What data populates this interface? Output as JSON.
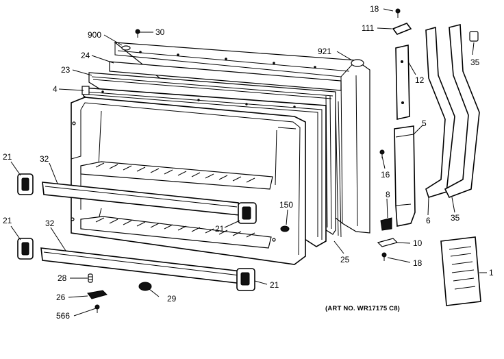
{
  "callouts": [
    {
      "id": "900",
      "text": "900"
    },
    {
      "id": "30",
      "text": "30"
    },
    {
      "id": "24",
      "text": "24"
    },
    {
      "id": "23",
      "text": "23"
    },
    {
      "id": "4",
      "text": "4"
    },
    {
      "id": "921",
      "text": "921"
    },
    {
      "id": "18a",
      "text": "18"
    },
    {
      "id": "111",
      "text": "111"
    },
    {
      "id": "35a",
      "text": "35"
    },
    {
      "id": "12",
      "text": "12"
    },
    {
      "id": "5",
      "text": "5"
    },
    {
      "id": "16",
      "text": "16"
    },
    {
      "id": "8",
      "text": "8"
    },
    {
      "id": "6",
      "text": "6"
    },
    {
      "id": "35b",
      "text": "35"
    },
    {
      "id": "10",
      "text": "10"
    },
    {
      "id": "18b",
      "text": "18"
    },
    {
      "id": "1",
      "text": "1"
    },
    {
      "id": "21a",
      "text": "21"
    },
    {
      "id": "32a",
      "text": "32"
    },
    {
      "id": "21b",
      "text": "21"
    },
    {
      "id": "32b",
      "text": "32"
    },
    {
      "id": "21c",
      "text": "21"
    },
    {
      "id": "150",
      "text": "150"
    },
    {
      "id": "25",
      "text": "25"
    },
    {
      "id": "21d",
      "text": "21"
    },
    {
      "id": "28",
      "text": "28"
    },
    {
      "id": "26",
      "text": "26"
    },
    {
      "id": "29",
      "text": "29"
    },
    {
      "id": "566",
      "text": "566"
    }
  ],
  "art_number": "(ART NO. WR17175 C8)"
}
